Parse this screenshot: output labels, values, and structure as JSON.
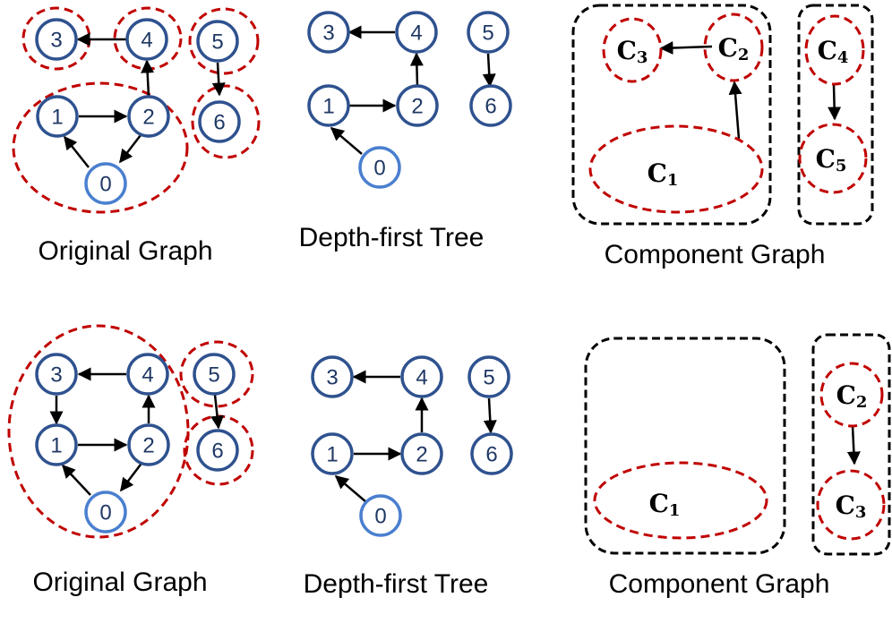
{
  "rows": [
    {
      "original_graph": {
        "caption": "Original Graph",
        "nodes": [
          {
            "id": "3",
            "label": "3"
          },
          {
            "id": "4",
            "label": "4"
          },
          {
            "id": "5",
            "label": "5"
          },
          {
            "id": "1",
            "label": "1"
          },
          {
            "id": "2",
            "label": "2"
          },
          {
            "id": "6",
            "label": "6"
          },
          {
            "id": "0",
            "label": "0"
          }
        ],
        "edges": [
          [
            "4",
            "3"
          ],
          [
            "2",
            "4"
          ],
          [
            "1",
            "2"
          ],
          [
            "0",
            "1"
          ],
          [
            "2",
            "0"
          ],
          [
            "5",
            "6"
          ]
        ]
      },
      "dfs_tree": {
        "caption": "Depth-first Tree",
        "nodes": [
          {
            "id": "3",
            "label": "3"
          },
          {
            "id": "4",
            "label": "4"
          },
          {
            "id": "5",
            "label": "5"
          },
          {
            "id": "1",
            "label": "1"
          },
          {
            "id": "2",
            "label": "2"
          },
          {
            "id": "6",
            "label": "6"
          },
          {
            "id": "0",
            "label": "0"
          }
        ],
        "edges": [
          [
            "4",
            "3"
          ],
          [
            "2",
            "4"
          ],
          [
            "1",
            "2"
          ],
          [
            "0",
            "1"
          ],
          [
            "5",
            "6"
          ]
        ]
      },
      "component_graph": {
        "caption": "Component Graph",
        "components": [
          {
            "id": "C3",
            "main": "C",
            "sub": "3"
          },
          {
            "id": "C2",
            "main": "C",
            "sub": "2"
          },
          {
            "id": "C1",
            "main": "C",
            "sub": "1"
          },
          {
            "id": "C4",
            "main": "C",
            "sub": "4"
          },
          {
            "id": "C5",
            "main": "C",
            "sub": "5"
          }
        ],
        "edges": [
          [
            "C2",
            "C3"
          ],
          [
            "C1",
            "C2"
          ],
          [
            "C4",
            "C5"
          ]
        ]
      }
    },
    {
      "original_graph": {
        "caption": "Original Graph",
        "nodes": [
          {
            "id": "3",
            "label": "3"
          },
          {
            "id": "4",
            "label": "4"
          },
          {
            "id": "5",
            "label": "5"
          },
          {
            "id": "1",
            "label": "1"
          },
          {
            "id": "2",
            "label": "2"
          },
          {
            "id": "6",
            "label": "6"
          },
          {
            "id": "0",
            "label": "0"
          }
        ],
        "edges": [
          [
            "4",
            "3"
          ],
          [
            "3",
            "1"
          ],
          [
            "1",
            "2"
          ],
          [
            "2",
            "4"
          ],
          [
            "0",
            "1"
          ],
          [
            "2",
            "0"
          ],
          [
            "5",
            "6"
          ]
        ]
      },
      "dfs_tree": {
        "caption": "Depth-first Tree",
        "nodes": [
          {
            "id": "3",
            "label": "3"
          },
          {
            "id": "4",
            "label": "4"
          },
          {
            "id": "5",
            "label": "5"
          },
          {
            "id": "1",
            "label": "1"
          },
          {
            "id": "2",
            "label": "2"
          },
          {
            "id": "6",
            "label": "6"
          },
          {
            "id": "0",
            "label": "0"
          }
        ],
        "edges": [
          [
            "4",
            "3"
          ],
          [
            "2",
            "4"
          ],
          [
            "1",
            "2"
          ],
          [
            "0",
            "1"
          ],
          [
            "5",
            "6"
          ]
        ]
      },
      "component_graph": {
        "caption": "Component Graph",
        "components": [
          {
            "id": "C1",
            "main": "C",
            "sub": "1"
          },
          {
            "id": "C2",
            "main": "C",
            "sub": "2"
          },
          {
            "id": "C3",
            "main": "C",
            "sub": "3"
          }
        ],
        "edges": [
          [
            "C2",
            "C3"
          ]
        ]
      }
    }
  ],
  "colors": {
    "node_stroke": "#2f528f",
    "root_stroke": "#4a7fcf",
    "node_text": "#1f3864",
    "component_ring": "#c00000",
    "component_box": "#000000",
    "edge": "#000000"
  }
}
